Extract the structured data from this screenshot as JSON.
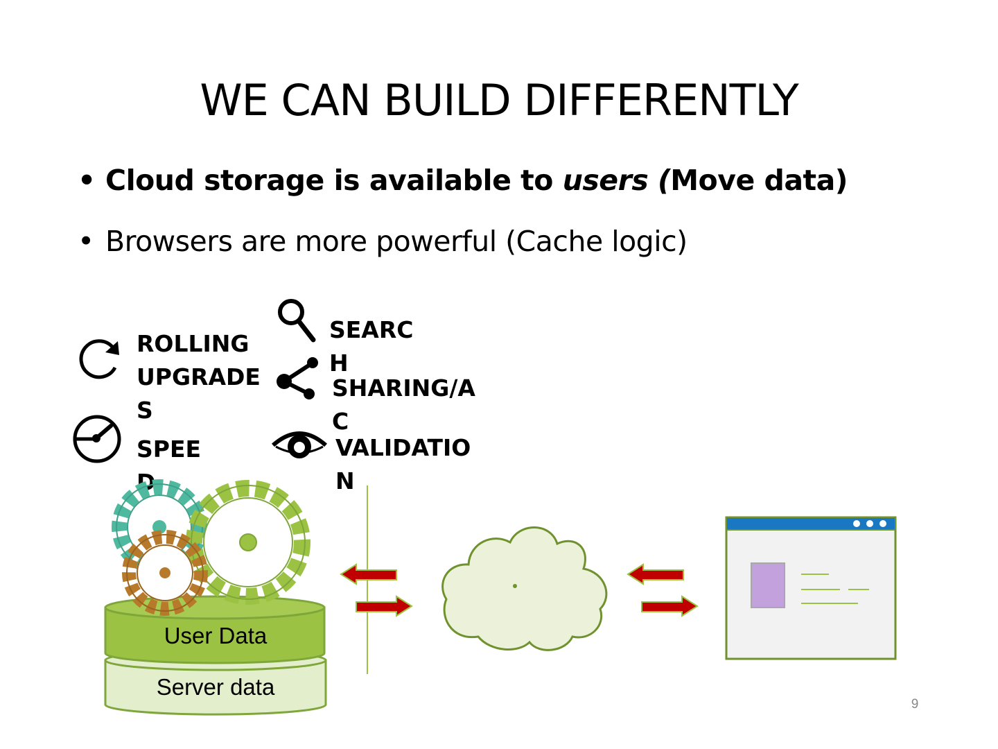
{
  "slide": {
    "title": "WE CAN BUILD DIFFERENTLY",
    "page_number": "9"
  },
  "bullets": [
    {
      "prefix": "Cloud storage is available to ",
      "emphasis": "users (",
      "suffix": "Move data)",
      "bold": true
    },
    {
      "text": "Browsers are more powerful (Cache logic)",
      "bold": false
    }
  ],
  "features": [
    {
      "label": "ROLLING UPGRADES",
      "icon": "refresh-icon"
    },
    {
      "label": "SEARCH",
      "icon": "search-icon"
    },
    {
      "label": "SHARING/AC",
      "icon": "share-icon"
    },
    {
      "label": "SPEED",
      "icon": "speedometer-icon"
    },
    {
      "label": "VALIDATION",
      "icon": "eye-icon"
    }
  ],
  "diagram": {
    "db_top_label": "User Data",
    "db_bottom_label": "Server data",
    "colors": {
      "gear_green": "#9bc242",
      "gear_teal": "#4fb9a0",
      "gear_orange": "#b77a2a",
      "db_top": "#9bc242",
      "db_bottom": "#e3efcc",
      "cloud_fill": "#ebf2d9",
      "cloud_stroke": "#6f922e",
      "arrow_red": "#c00000",
      "browser_bar": "#1a78c2",
      "browser_body": "#f2f2f2",
      "browser_block": "#c3a1dc"
    }
  }
}
